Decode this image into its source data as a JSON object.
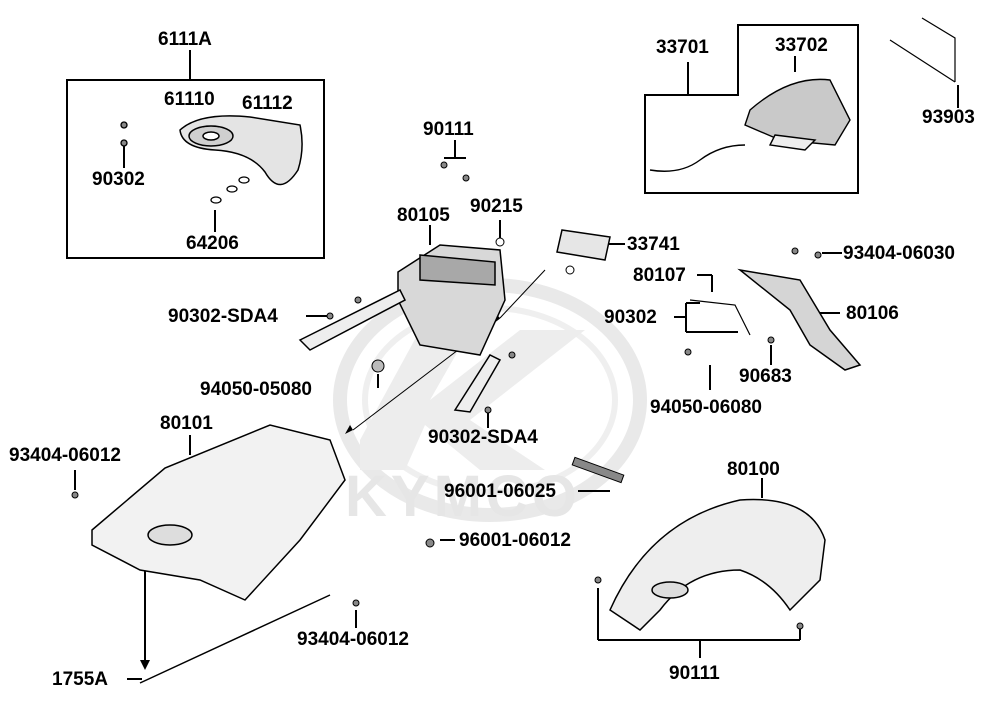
{
  "diagram": {
    "watermark": "KYMCO",
    "labels": {
      "p6111A": "6111A",
      "p61110": "61110",
      "p61112": "61112",
      "p90302a": "90302",
      "p64206": "64206",
      "p90111a": "90111",
      "p90215": "90215",
      "p80105": "80105",
      "p33741": "33741",
      "p33701": "33701",
      "p33702": "33702",
      "p93903": "93903",
      "p93404_06030": "93404-06030",
      "p80107": "80107",
      "p90302b": "90302",
      "p80106": "80106",
      "p90302_sda4a": "90302-SDA4",
      "p94050_05080": "94050-05080",
      "p90683": "90683",
      "p94050_06080": "94050-06080",
      "p80101": "80101",
      "p90302_sda4b": "90302-SDA4",
      "p93404_06012a": "93404-06012",
      "p80100": "80100",
      "p96001_06025": "96001-06025",
      "p96001_06012": "96001-06012",
      "p93404_06012b": "93404-06012",
      "p90111b": "90111",
      "p1755A": "1755A"
    }
  }
}
